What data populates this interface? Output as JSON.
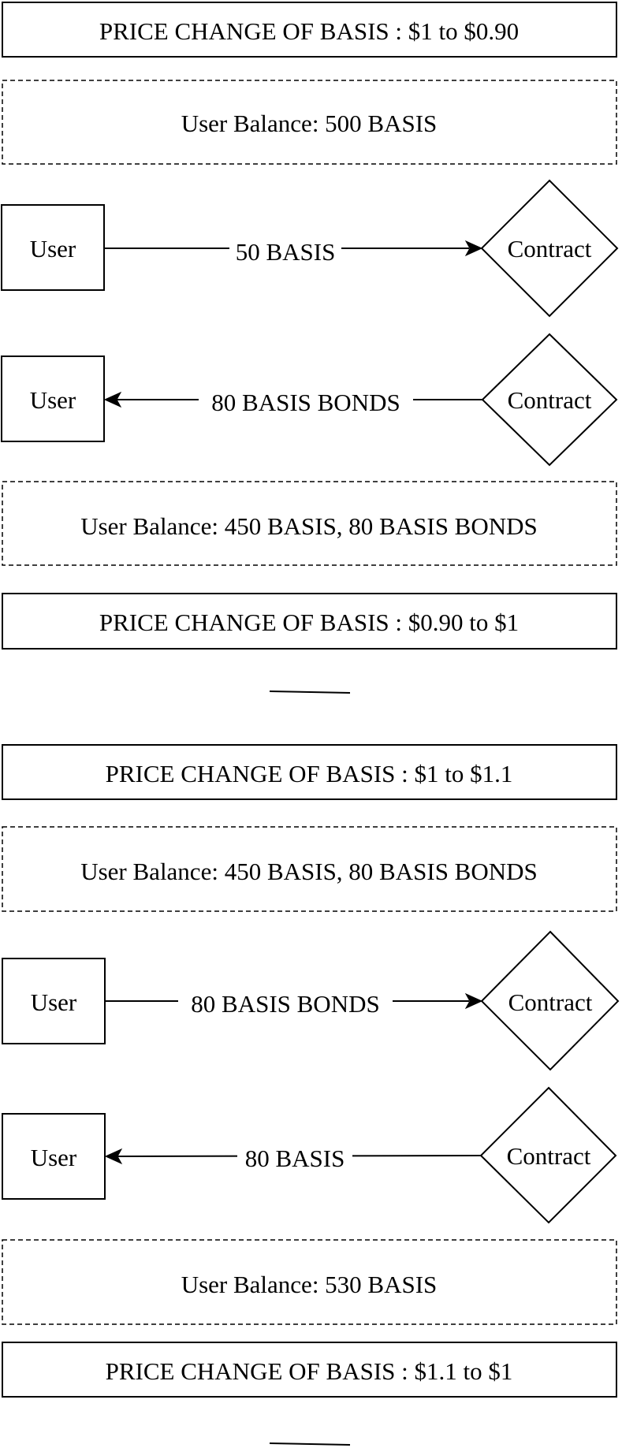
{
  "scenario_1": {
    "price_change_start": "PRICE CHANGE OF BASIS : $1 to $0.90",
    "balance_before": "User Balance: 500 BASIS",
    "step_1": {
      "from": "User",
      "to": "Contract",
      "label": "50 BASIS"
    },
    "step_2": {
      "from": "Contract",
      "to": "User",
      "label": "80 BASIS BONDS"
    },
    "balance_after": "User Balance: 450 BASIS, 80 BASIS BONDS",
    "price_change_end": "PRICE CHANGE OF BASIS : $0.90 to $1"
  },
  "scenario_2": {
    "price_change_start": "PRICE CHANGE OF BASIS : $1 to $1.1",
    "balance_before": "User Balance: 450 BASIS, 80 BASIS BONDS",
    "step_1": {
      "from": "User",
      "to": "Contract",
      "label": "80 BASIS BONDS"
    },
    "step_2": {
      "from": "Contract",
      "to": "User",
      "label": "80 BASIS"
    },
    "balance_after": "User Balance: 530 BASIS",
    "price_change_end": "PRICE CHANGE OF BASIS : $1.1 to $1"
  }
}
